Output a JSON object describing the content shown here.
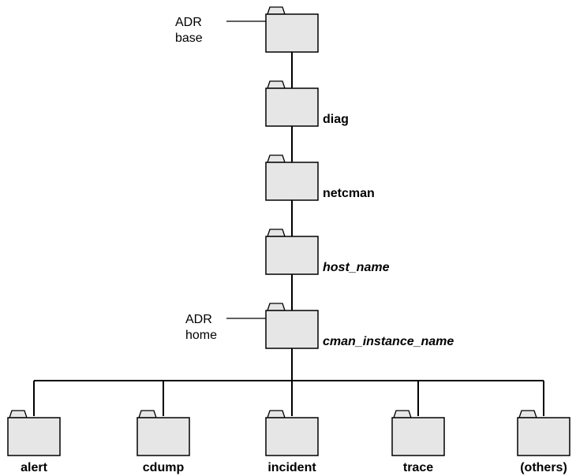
{
  "labels": {
    "adr_base": {
      "line1": "ADR",
      "line2": "base"
    },
    "adr_home": {
      "line1": "ADR",
      "line2": "home"
    }
  },
  "chain": [
    {
      "name": "",
      "style": "plain"
    },
    {
      "name": "diag",
      "style": "bold"
    },
    {
      "name": "netcman",
      "style": "bold"
    },
    {
      "name": "host_name",
      "style": "bold-italic"
    },
    {
      "name": "cman_instance_name",
      "style": "bold-italic"
    }
  ],
  "children": [
    {
      "name": "alert"
    },
    {
      "name": "cdump"
    },
    {
      "name": "incident"
    },
    {
      "name": "trace"
    },
    {
      "name": "(others)"
    }
  ],
  "colors": {
    "folder_fill": "#e6e6e6",
    "stroke": "#000000",
    "background": "#ffffff"
  }
}
